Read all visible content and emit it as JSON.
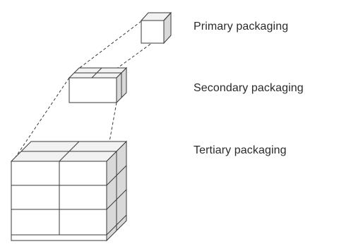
{
  "labels": {
    "primary": "Primary packaging",
    "secondary": "Secondary packaging",
    "tertiary": "Tertiary packaging"
  },
  "colors": {
    "stroke": "#3a3a3a",
    "side_fill": "#d9d9d9",
    "top_fill": "#f2f2f2",
    "front_fill": "#ffffff"
  }
}
